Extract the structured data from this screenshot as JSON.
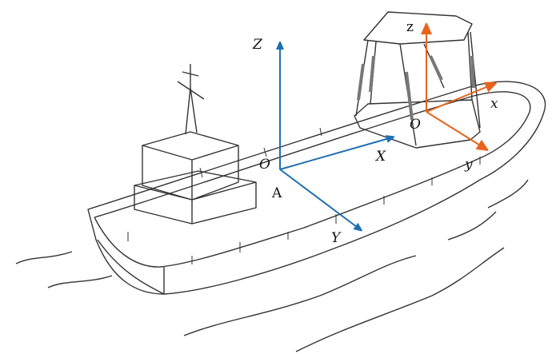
{
  "colors": {
    "world_frame": "#1f6fb4",
    "platform_frame": "#e8641e",
    "sketch": "#333333"
  },
  "world_frame": {
    "z_label": "Z",
    "x_label": "X",
    "y_label": "Y",
    "origin_label": "O",
    "point_label": "A"
  },
  "platform_frame": {
    "z_label": "z",
    "x_label": "x",
    "y_label": "y",
    "origin_label": "O"
  }
}
